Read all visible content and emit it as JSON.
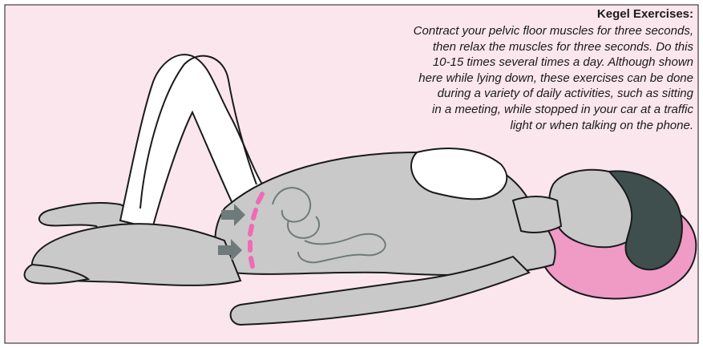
{
  "title": "Kegel Exercises:",
  "instructions": [
    "Contract your pelvic floor muscles for three seconds,",
    "then relax the muscles for three seconds.  Do this",
    "10-15 times several times a day.  Although shown",
    "here while lying down, these exercises can be done",
    "during a variety of daily activities, such as sitting",
    "in a meeting, while stopped in your car at a traffic",
    "light or when talking on the phone."
  ],
  "colors": {
    "background": "#fbe6ee",
    "skin": "#c9c9c9",
    "outline": "#1a1a1a",
    "hair": "#3f4f4e",
    "pillow": "#f09ac6",
    "pelvic_highlight": "#f06ab5",
    "arrow": "#6f7a7a"
  },
  "icons": [
    "pelvic-floor-arrow",
    "pelvic-floor-highlight"
  ]
}
